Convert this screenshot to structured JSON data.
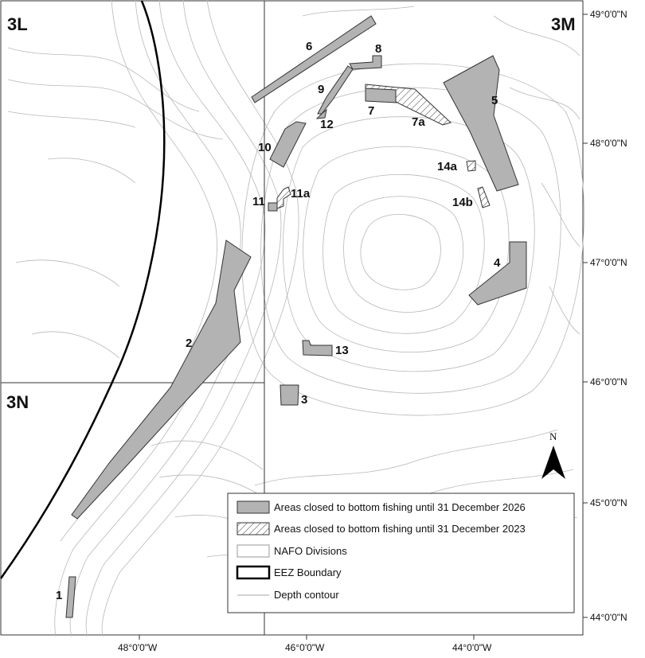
{
  "divisions": {
    "top_left": "3L",
    "top_right": "3M",
    "bottom_left": "3N"
  },
  "area_labels": {
    "a1": "1",
    "a2": "2",
    "a3": "3",
    "a4": "4",
    "a5": "5",
    "a6": "6",
    "a7": "7",
    "a7a": "7a",
    "a8": "8",
    "a9": "9",
    "a10": "10",
    "a11": "11",
    "a11a": "11a",
    "a12": "12",
    "a13": "13",
    "a14a": "14a",
    "a14b": "14b"
  },
  "latitude_labels": [
    "49°0'0\"N",
    "48°0'0\"N",
    "47°0'0\"N",
    "46°0'0\"N",
    "45°0'0\"N",
    "44°0'0\"N"
  ],
  "longitude_labels": [
    "48°0'0\"W",
    "46°0'0\"W",
    "44°0'0\"W"
  ],
  "north_arrow": {
    "label": "N"
  },
  "legend": {
    "closed_2026": "Areas closed to bottom fishing until 31 December 2026",
    "closed_2023": "Areas closed to bottom fishing until 31 December 2023",
    "nafo_divisions": "NAFO Divisions",
    "eez_boundary": "EEZ Boundary",
    "depth_contour": "Depth contour"
  },
  "colors": {
    "closed_fill": "#b3b3b3",
    "outline": "#333333",
    "contour": "#b8b8b8"
  }
}
